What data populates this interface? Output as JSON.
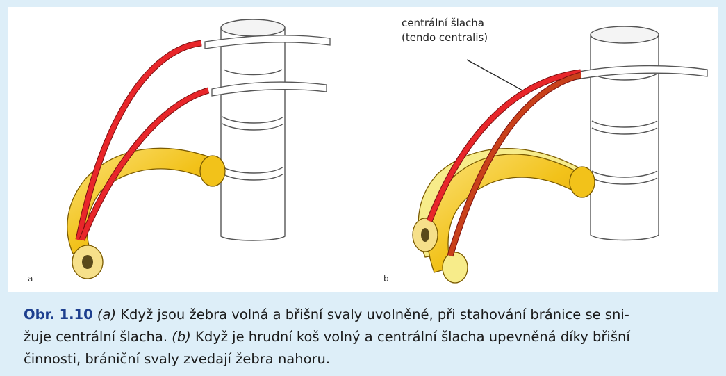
{
  "figure": {
    "label_callout_line1": "centrální šlacha",
    "label_callout_line2": "(tendo centralis)",
    "panel_a_letter": "a",
    "panel_b_letter": "b"
  },
  "caption": {
    "fig_number": "Obr. 1.10",
    "part_a_marker": "(a)",
    "line1_rest": " Když jsou žebra volná a břišní svaly uvolněné, při stahování bránice se sni-",
    "line2_start": "žuje centrální šlacha. ",
    "part_b_marker": "(b)",
    "line2_rest": " Když je hrudní koš volný a centrální šlacha upevněná díky břišní",
    "line3": "činnosti, brániční svaly zvedají žebra nahoru."
  },
  "colors": {
    "background": "#ddeef8",
    "bone_yellow": "#f2c21a",
    "bone_light": "#f7ec8a",
    "muscle_red": "#e8262a",
    "tendon_white": "#ffffff",
    "outline": "#3a3a3a",
    "caption_blue": "#1d3f8f"
  }
}
